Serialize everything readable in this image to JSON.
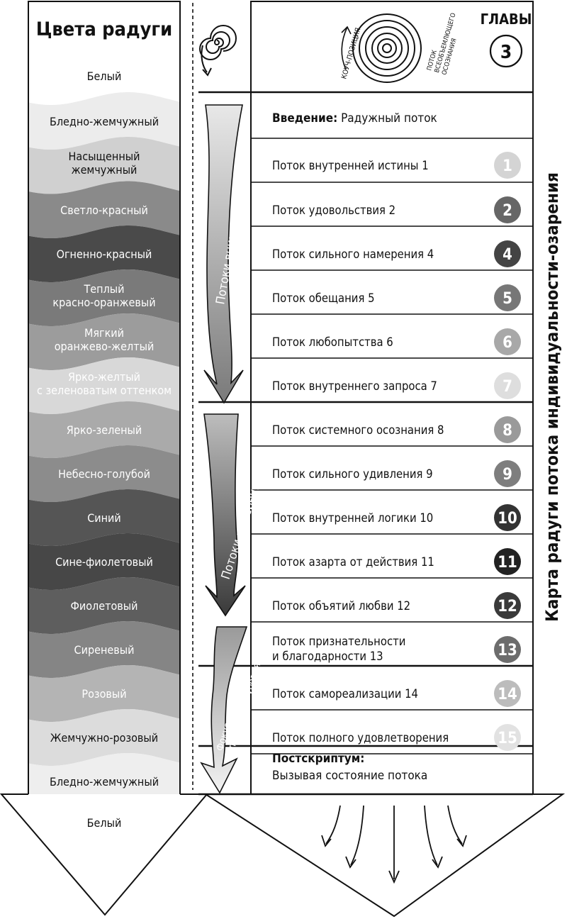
{
  "left_column": {
    "title": "Цвета радуги",
    "bands": [
      {
        "label": "Белый",
        "fill": "#ffffff",
        "text_color": "#111111"
      },
      {
        "label": "Бледно-жемчужный",
        "fill": "#ececec",
        "text_color": "#111111"
      },
      {
        "label": "Насыщенный жемчужный",
        "lines": [
          "Насыщенный",
          "жемчужный"
        ],
        "fill": "#d0d0d0",
        "text_color": "#111111"
      },
      {
        "label": "Светло-красный",
        "fill": "#8a8a8a",
        "text_color": "#ffffff"
      },
      {
        "label": "Огненно-красный",
        "fill": "#4a4a4a",
        "text_color": "#ffffff"
      },
      {
        "label": "Теплый красно-оранжевый",
        "lines": [
          "Теплый",
          "красно-оранжевый"
        ],
        "fill": "#7a7a7a",
        "text_color": "#ffffff"
      },
      {
        "label": "Мягкий оранжево-желтый",
        "lines": [
          "Мягкий",
          "оранжево-желтый"
        ],
        "fill": "#9c9c9c",
        "text_color": "#ffffff"
      },
      {
        "label": "Ярко-желтый с зеленоватым оттенком",
        "lines": [
          "Ярко-желтый",
          "с зеленоватым оттенком"
        ],
        "fill": "#d8d8d8",
        "text_color": "#ffffff"
      },
      {
        "label": "Ярко-зеленый",
        "fill": "#aaaaaa",
        "text_color": "#ffffff"
      },
      {
        "label": "Небесно-голубой",
        "fill": "#8c8c8c",
        "text_color": "#ffffff"
      },
      {
        "label": "Синий",
        "fill": "#555555",
        "text_color": "#ffffff"
      },
      {
        "label": "Сине-фиолетовый",
        "fill": "#474747",
        "text_color": "#ffffff"
      },
      {
        "label": "Фиолетовый",
        "fill": "#5e5e5e",
        "text_color": "#ffffff"
      },
      {
        "label": "Сиреневый",
        "fill": "#858585",
        "text_color": "#ffffff"
      },
      {
        "label": "Розовый",
        "fill": "#b4b4b4",
        "text_color": "#ffffff"
      },
      {
        "label": "Жемчужно-розовый",
        "fill": "#dcdcdc",
        "text_color": "#111111"
      },
      {
        "label": "Бледно-жемчужный",
        "fill": "#eeeeee",
        "text_color": "#111111"
      },
      {
        "label": "Белый",
        "fill": "#ffffff",
        "text_color": "#111111"
      }
    ]
  },
  "middle_column": {
    "streams": [
      {
        "label": "Потоки внимания"
      },
      {
        "label": "Потоки намерения"
      },
      {
        "label": "Фокус внимания следующего уровня",
        "lines": [
          "Фокус внимания",
          "следующего уровня"
        ]
      }
    ]
  },
  "right_column": {
    "header": {
      "chapters_label": "ГЛАВЫ",
      "chapter_number": "3",
      "spiral_left_label": "КОУЧ-ПОЗИЦИЯ",
      "spiral_right_label": "ПОТОК ВСЕОБЪЕМЛЮЩЕГО ОСОЗНАНИЯ",
      "spiral_right_lines": [
        "ПОТОК",
        "ВСЕОБЪЕМЛЮЩЕГО",
        "ОСОЗНАНИЯ"
      ]
    },
    "intro": {
      "bold": "Введение:",
      "text": " Радужный поток"
    },
    "flows": [
      {
        "text": "Поток внутренней истины 1",
        "badge": "1",
        "badge_color": "#d4d4d4"
      },
      {
        "text": "Поток удовольствия 2",
        "badge": "2",
        "badge_color": "#666666"
      },
      {
        "text": "Поток сильного намерения 4",
        "badge": "4",
        "badge_color": "#444444"
      },
      {
        "text": "Поток обещания 5",
        "badge": "5",
        "badge_color": "#777777"
      },
      {
        "text": "Поток любопытства 6",
        "badge": "6",
        "badge_color": "#a8a8a8"
      },
      {
        "text": "Поток внутреннего запроса 7",
        "badge": "7",
        "badge_color": "#dedede"
      },
      {
        "text": "Поток системного осознания 8",
        "badge": "8",
        "badge_color": "#9a9a9a"
      },
      {
        "text": "Поток сильного удивления 9",
        "badge": "9",
        "badge_color": "#7e7e7e"
      },
      {
        "text": "Поток внутренней логики 10",
        "badge": "10",
        "badge_color": "#333333"
      },
      {
        "text": "Поток азарта от действия 11",
        "badge": "11",
        "badge_color": "#222222"
      },
      {
        "text": "Поток объятий любви 12",
        "badge": "12",
        "badge_color": "#3a3a3a"
      },
      {
        "text": "Поток признательности и благодарности 13",
        "lines": [
          "Поток признательности",
          "и благодарности 13"
        ],
        "badge": "13",
        "badge_color": "#6c6c6c"
      },
      {
        "text": "Поток самореализации 14",
        "badge": "14",
        "badge_color": "#bcbcbc"
      },
      {
        "text": "Поток полного удовлетворения",
        "badge": "15",
        "badge_color": "#e2e2e2"
      }
    ],
    "postscript": {
      "bold": "Постскриптум:",
      "text": "Вызывая состояние потока"
    }
  },
  "side_title": "Карта радуги потока индивидуальности-озарения"
}
